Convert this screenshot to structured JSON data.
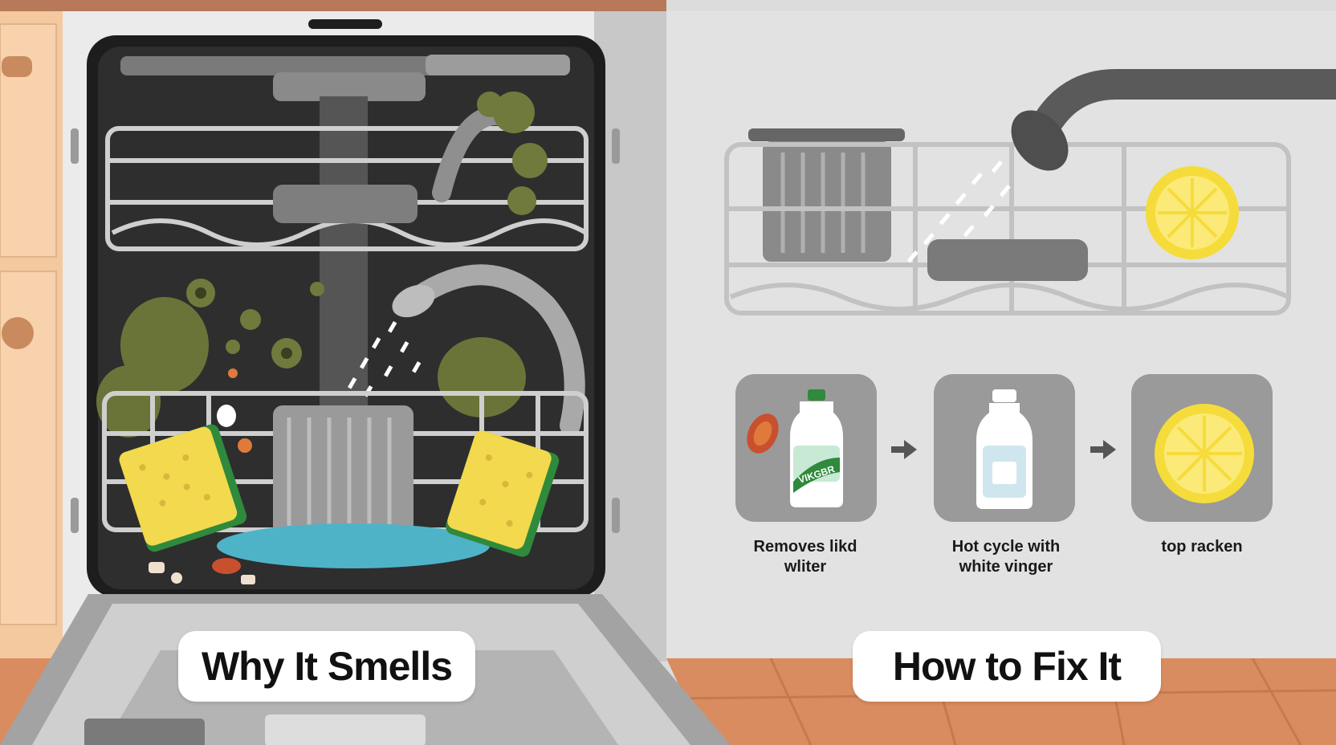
{
  "sections": {
    "problem_label": "Why It Smells",
    "solution_label": "How to Fix It"
  },
  "steps": [
    {
      "line1": "Removes likd",
      "line2": "wliter",
      "bottle_label": "VIKGBR",
      "icon": "vinegar-bottle-icon"
    },
    {
      "line1": "Hot cycle with",
      "line2": "white vinger",
      "icon": "water-bottle-icon"
    },
    {
      "line1": "top racken",
      "line2": "",
      "icon": "lemon-icon"
    }
  ],
  "colors": {
    "wall": "#d9d9d9",
    "cabinet": "#f4c9a0",
    "floor": "#d98c5f",
    "tub_interior": "#2b2b2b",
    "mold": "#6f7a3c",
    "sponge": "#f2d94e",
    "water": "#4fb3c8",
    "lemon": "#f5dc3a"
  }
}
